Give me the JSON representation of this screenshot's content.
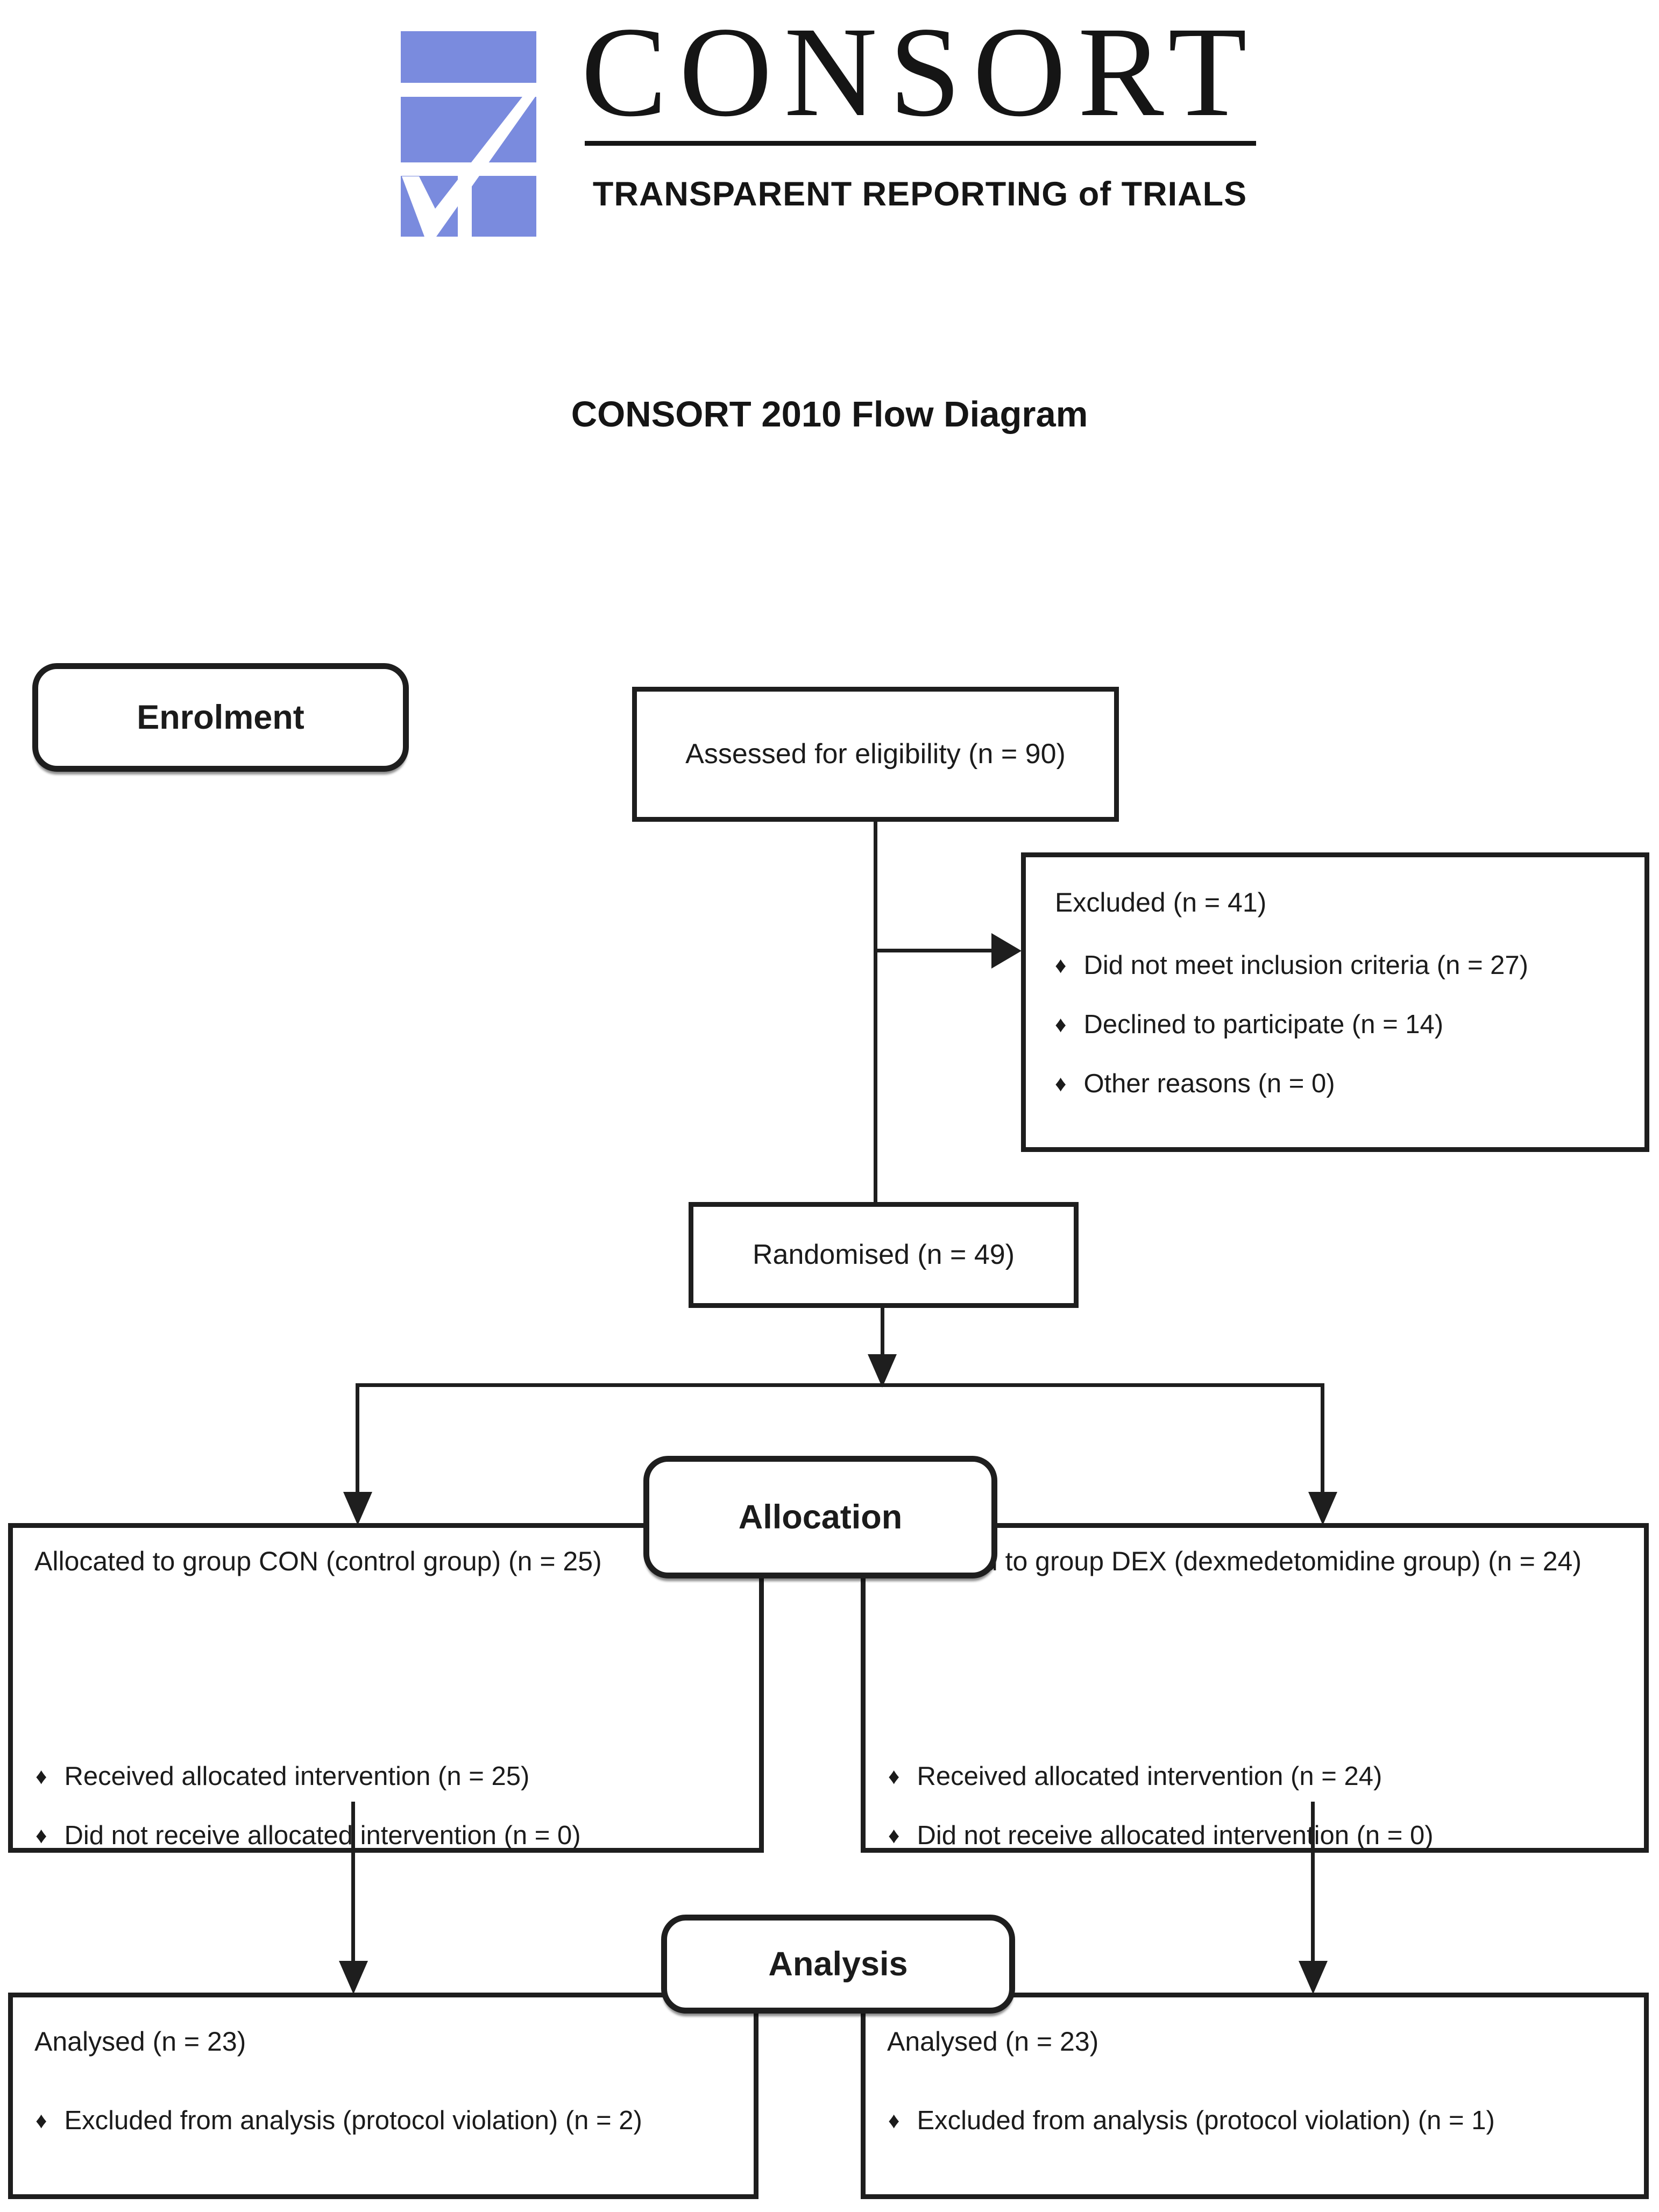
{
  "logo": {
    "wordmark": "CONSORT",
    "tagline": "TRANSPARENT REPORTING of TRIALS",
    "brand_blue": "#7A8BDE"
  },
  "title": "CONSORT 2010 Flow Diagram",
  "bullet_glyph": "♦",
  "stages": {
    "enrolment_label": "Enrolment",
    "allocation_label": "Allocation",
    "analysis_label": "Analysis"
  },
  "boxes": {
    "assessed": {
      "text": "Assessed for eligibility (n = 90)"
    },
    "excluded": {
      "title": "Excluded (n = 41)",
      "bullets": [
        "Did not meet inclusion criteria (n = 27)",
        "Declined to participate (n = 14)",
        "Other reasons (n = 0)"
      ]
    },
    "randomised": {
      "text": "Randomised (n = 49)"
    },
    "alloc_left": {
      "title": "Allocated to group CON (control group) (n = 25)",
      "bullets": [
        "Received allocated intervention (n = 25)",
        "Did not receive allocated intervention (n = 0)"
      ]
    },
    "alloc_right": {
      "title": "Allocated to group DEX (dexmedetomidine group) (n = 24)",
      "bullets": [
        "Received allocated intervention (n = 24)",
        "Did not receive allocated intervention (n = 0)"
      ]
    },
    "analysis_left": {
      "title": "Analysed (n = 23)",
      "bullets": [
        "Excluded from analysis (protocol violation) (n = 2)"
      ]
    },
    "analysis_right": {
      "title": "Analysed (n = 23)",
      "bullets": [
        "Excluded from analysis (protocol violation) (n = 1)"
      ]
    }
  }
}
